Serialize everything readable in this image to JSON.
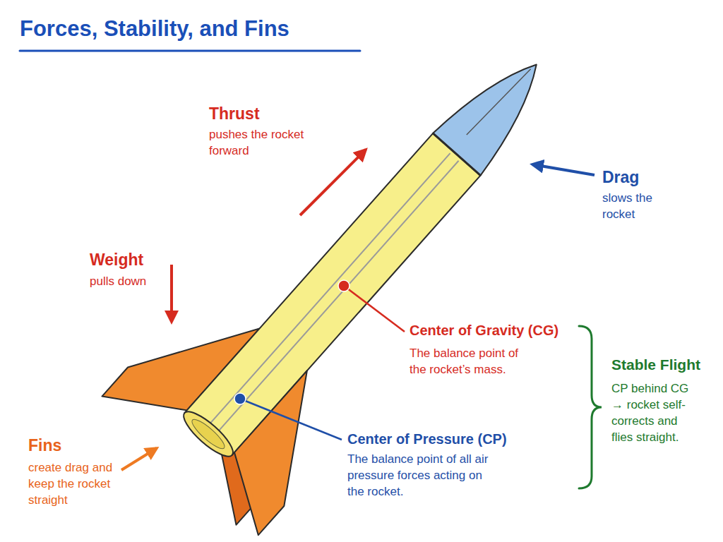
{
  "diagram": {
    "title": "Forces, Stability, and Fins",
    "labels": [
      "Thrust",
      "pushes the rocket forward",
      "Drag",
      "slows the rocket",
      "Weight",
      "pulls down",
      "Fins",
      "create drag and keep the rocket straight",
      "Center of Gravity (CG)",
      "The balance point of the rocket’s mass.",
      "Center of Pressure (CP)",
      "The balance point of all air pressure forces acting on the rocket.",
      "Stable Flight",
      "CP behind CG → rocket self-corrects and flies straight."
    ]
  }
}
